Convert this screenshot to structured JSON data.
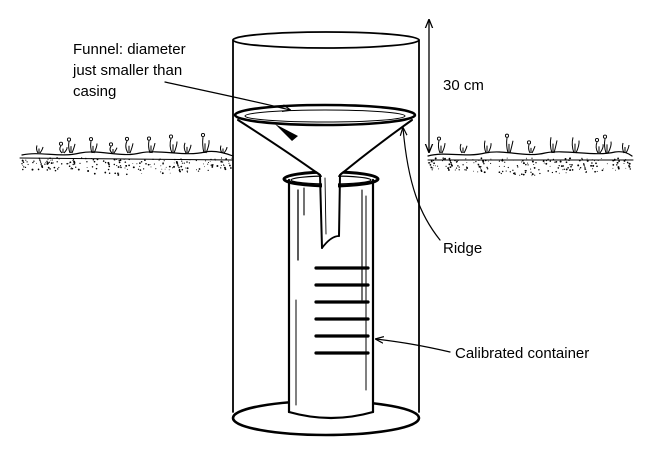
{
  "labels": {
    "funnel_line1": "Funnel: diameter",
    "funnel_line2": "just smaller than",
    "funnel_line3": "casing",
    "height": "30 cm",
    "ridge": "Ridge",
    "container": "Calibrated container"
  },
  "container": {
    "graduation_count": 6
  },
  "colors": {
    "ink": "#000000",
    "background": "#ffffff"
  }
}
